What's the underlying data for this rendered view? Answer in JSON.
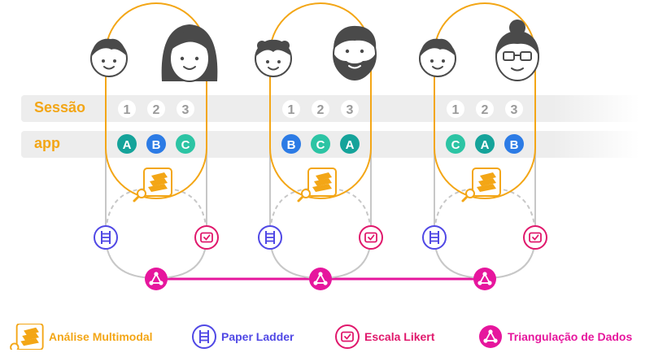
{
  "rows": {
    "session_label": "Sessão",
    "app_label": "app"
  },
  "groups": [
    {
      "sessions": [
        "1",
        "2",
        "3"
      ],
      "apps": [
        "A",
        "B",
        "C"
      ]
    },
    {
      "sessions": [
        "1",
        "2",
        "3"
      ],
      "apps": [
        "B",
        "C",
        "A"
      ]
    },
    {
      "sessions": [
        "1",
        "2",
        "3"
      ],
      "apps": [
        "C",
        "A",
        "B"
      ]
    }
  ],
  "legend": {
    "multimodal": "Análise Multimodal",
    "ladder": "Paper Ladder",
    "likert": "Escala Likert",
    "triangulation": "Triangulação de Dados"
  },
  "colors": {
    "orange": "#F3A616",
    "purple": "#5048E5",
    "pink": "#E0186C",
    "magenta": "#E6169D",
    "teal": "#15A39A",
    "blue": "#2C7BE5",
    "green": "#2CC4A4",
    "gray_band": "#EDEDED",
    "gray_line": "#C7C7C7"
  },
  "app_colors": {
    "A": "#15A39A",
    "B": "#2C7BE5",
    "C": "#2CC4A4"
  }
}
